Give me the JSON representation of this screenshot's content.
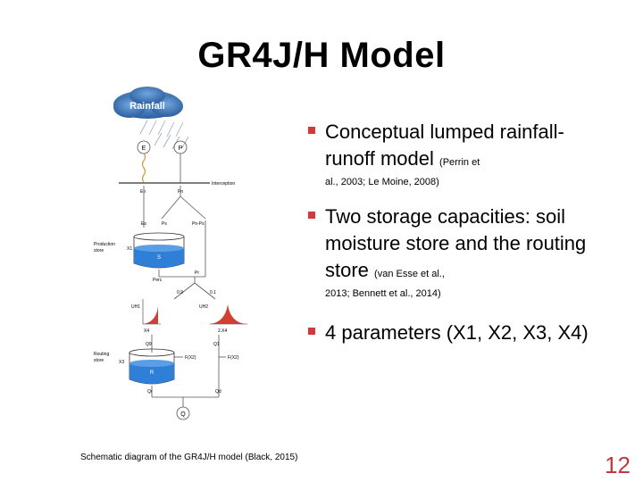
{
  "slide": {
    "title": "GR4J/H Model",
    "page_number": "12",
    "caption": "Schematic diagram of the GR4J/H model (Black, 2015)"
  },
  "bullets": [
    {
      "main_before": "Conceptual lumped rainfall-runoff model",
      "ref_a": "(Perrin et",
      "ref_b": "al., 2003; Le Moine, 2008)"
    },
    {
      "main_before": "Two storage capacities: soil moisture store and the routing store",
      "ref_a": "(van Esse et al.,",
      "ref_b": "2013; Bennett et al., 2014)"
    },
    {
      "main_before": "4 parameters (X1, X2, X3, X4)"
    }
  ],
  "diagram": {
    "cloud_label": "Rainfall",
    "e_label": "E",
    "p_label": "P",
    "interception_label": "Interception",
    "en_label": "En",
    "pn_label": "Pn",
    "es_label": "Es",
    "ps_label": "Ps",
    "pnps_label": "Pn-Ps",
    "production_label_1": "Production",
    "production_label_2": "store",
    "x1_label": "X1",
    "s_label": "S",
    "perc_label": "Perc",
    "pr_label": "Pr",
    "split_09": "0.9",
    "split_01": "0.1",
    "uh1_label": "UH1",
    "uh2_label": "UH2",
    "x4_label": "X4",
    "x4b_label": "2.X4",
    "q9_label": "Q9",
    "q1_label": "Q1",
    "routing_label_1": "Routing",
    "routing_label_2": "store",
    "x3_label": "X3",
    "r_label": "R",
    "fx2_label": "F(X2)",
    "fx2b_label": "F(X2)",
    "qr_label": "Qr",
    "qd_label": "Qd",
    "q_label": "Q",
    "colors": {
      "cloud": "#3a78c2",
      "water": "#2f7fd6",
      "uh": "#d04030",
      "line": "#555555"
    }
  }
}
